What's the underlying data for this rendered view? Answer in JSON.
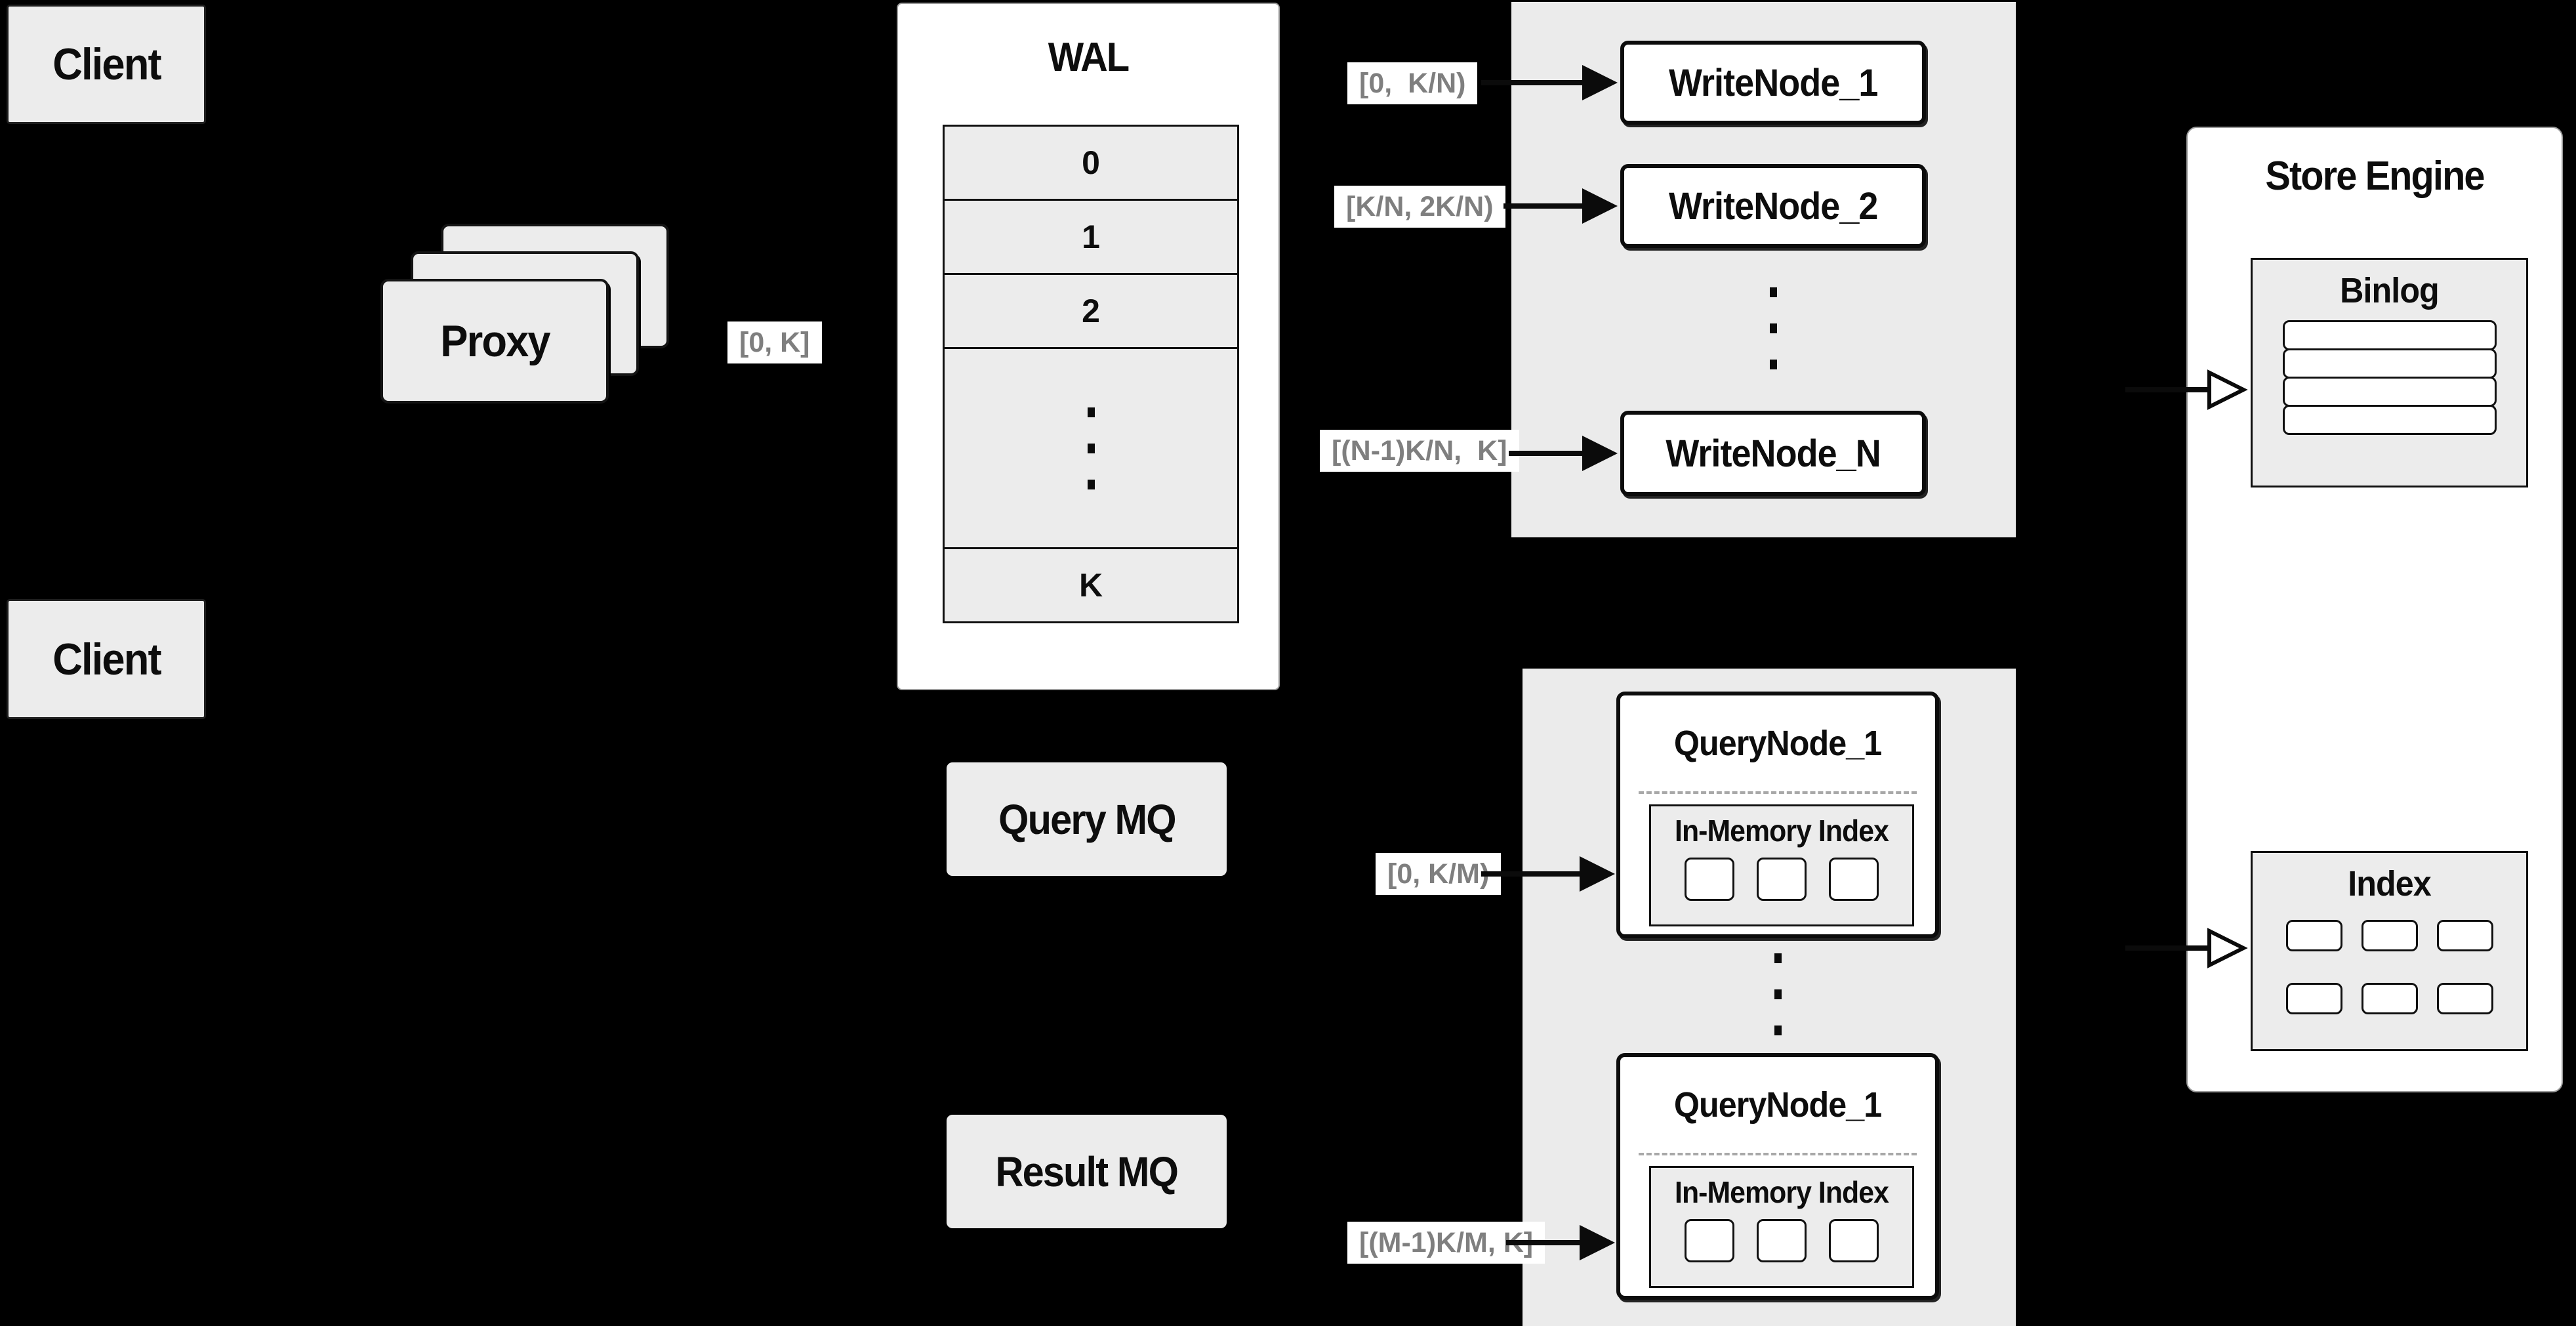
{
  "colors": {
    "background": "#000000",
    "panel_fill": "#ebebeb",
    "box_fill": "#ececec",
    "white": "#ffffff",
    "border_dark": "#101010",
    "border_gray": "#9a9a9a",
    "label_text": "#7f7f7f",
    "text": "#0d0d0d"
  },
  "clients": {
    "top": "Client",
    "bottom": "Client"
  },
  "proxy": {
    "label": "Proxy",
    "stack_count": 3
  },
  "wal": {
    "title": "WAL",
    "rows": [
      "0",
      "1",
      "2"
    ],
    "last_row": "K"
  },
  "write_panel": {
    "nodes": [
      "WriteNode_1",
      "WriteNode_2",
      "WriteNode_N"
    ]
  },
  "store_engine": {
    "title": "Store Engine",
    "binlog_title": "Binlog",
    "binlog_slots": 4,
    "index_title": "Index",
    "index_slots": 6
  },
  "queues": {
    "query": "Query MQ",
    "result": "Result MQ"
  },
  "query_panel": {
    "nodes": [
      {
        "title": "QueryNode_1",
        "inner_title": "In-Memory Index",
        "slots": 3
      },
      {
        "title": "QueryNode_1",
        "inner_title": "In-Memory Index",
        "slots": 3
      }
    ]
  },
  "edge_labels": {
    "proxy_wal": "[0, K]",
    "write_1": "[0,  K/N)",
    "write_2": "[K/N, 2K/N)",
    "write_n": "[(N-1)K/N,  K]",
    "query_1": "[0, K/M)",
    "query_m": "[(M-1)K/M, K]"
  },
  "dots_count": 3
}
